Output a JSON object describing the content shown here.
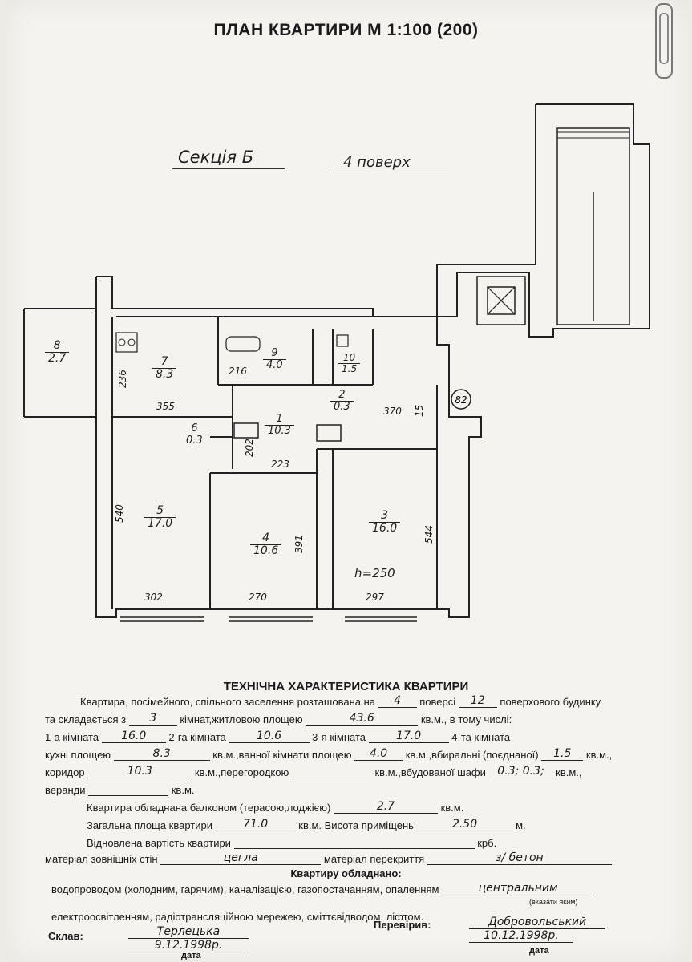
{
  "header": {
    "title": "ПЛАН КВАРТИРИ М 1:100 (200)",
    "section": "Секція Б",
    "floor": "4 поверх"
  },
  "plan": {
    "rooms": [
      {
        "num": "1",
        "area": "10.3"
      },
      {
        "num": "2",
        "area": "0.3"
      },
      {
        "num": "3",
        "area": "16.0"
      },
      {
        "num": "4",
        "area": "10.6"
      },
      {
        "num": "5",
        "area": "17.0"
      },
      {
        "num": "6",
        "area": "0.3"
      },
      {
        "num": "7",
        "area": "8.3"
      },
      {
        "num": "8",
        "area": "2.7"
      },
      {
        "num": "9",
        "area": "4.0"
      },
      {
        "num": "10",
        "area": "1.5"
      }
    ],
    "dimensions": {
      "d355": "355",
      "d370": "370",
      "d223": "223",
      "d302": "302",
      "d270": "270",
      "d297": "297",
      "d540": "540",
      "d391": "391",
      "d544": "544",
      "d236": "236",
      "d216": "216",
      "d15": "15",
      "d202": "202"
    },
    "height": "h=250",
    "apartment_no": "82"
  },
  "spec": {
    "title": "ТЕХНІЧНА ХАРАКТЕРИСТИКА КВАРТИРИ",
    "l1_a": "Квартира, посімейного, спільного заселення розташована на",
    "floor_val": "4",
    "l1_b": "поверсі",
    "floors_total": "12",
    "l1_c": "поверхового будинку",
    "l2_a": "та складається з",
    "rooms_count": "3",
    "l2_b": "кімнат,житловою площею",
    "living_area": "43.6",
    "l2_c": "кв.м., в тому числі:",
    "r1_label": "1-а кімната",
    "r1_val": "16.0",
    "r2_label": "2-га кімната",
    "r2_val": "10.6",
    "r3_label": "3-я кімната",
    "r3_val": "17.0",
    "r4_label": "4-та кімната",
    "kitchen_label": "кухні площею",
    "kitchen_val": "8.3",
    "bath_label": "кв.м.,ванної кімнати площею",
    "bath_val": "4.0",
    "wc_label": "кв.м.,вбиральні (поєднаної)",
    "wc_val": "1.5",
    "sqm": "кв.м.,",
    "corridor_label": "коридор",
    "corridor_val": "10.3",
    "partition_label": "кв.м.,перегородкою",
    "closet_label": "кв.м.,вбудованої шафи",
    "closet_val": "0.3; 0.3;",
    "sqm2": "кв.м.,",
    "veranda_label": "веранди",
    "kvm": "кв.м.",
    "balcony_label": "Квартира обладнана балконом (терасою,лоджією)",
    "balcony_val": "2.7",
    "total_label": "Загальна площа квартири",
    "total_val": "71.0",
    "height_label": "кв.м. Висота приміщень",
    "height_val": "2.50",
    "m": "м.",
    "cost_label": "Відновлена вартість квартири",
    "krb": "крб.",
    "walls_label": "матеріал зовнішніх стін",
    "walls_val": "цегла",
    "floors_label": "матеріал перекриття",
    "floors_val": "з/ бетон",
    "equipped": "Квартиру обладнано:",
    "util_line": "водопроводом (холодним, гарячим), каналізацією, газопостачанням, опаленням",
    "heating_val": "центральним",
    "specify": "(вказати яким)",
    "util_line2": "електроосвітленням, радіотрансляційною мережею, сміттєвідводом, ліфтом.",
    "compiled_label": "Склав:",
    "compiled_name": "Терлецька",
    "compiled_date": "9.12.1998р.",
    "checked_label": "Перевірив:",
    "checked_name": "Добровольський",
    "checked_date": "10.12.1998р.",
    "date_label": "дата"
  }
}
